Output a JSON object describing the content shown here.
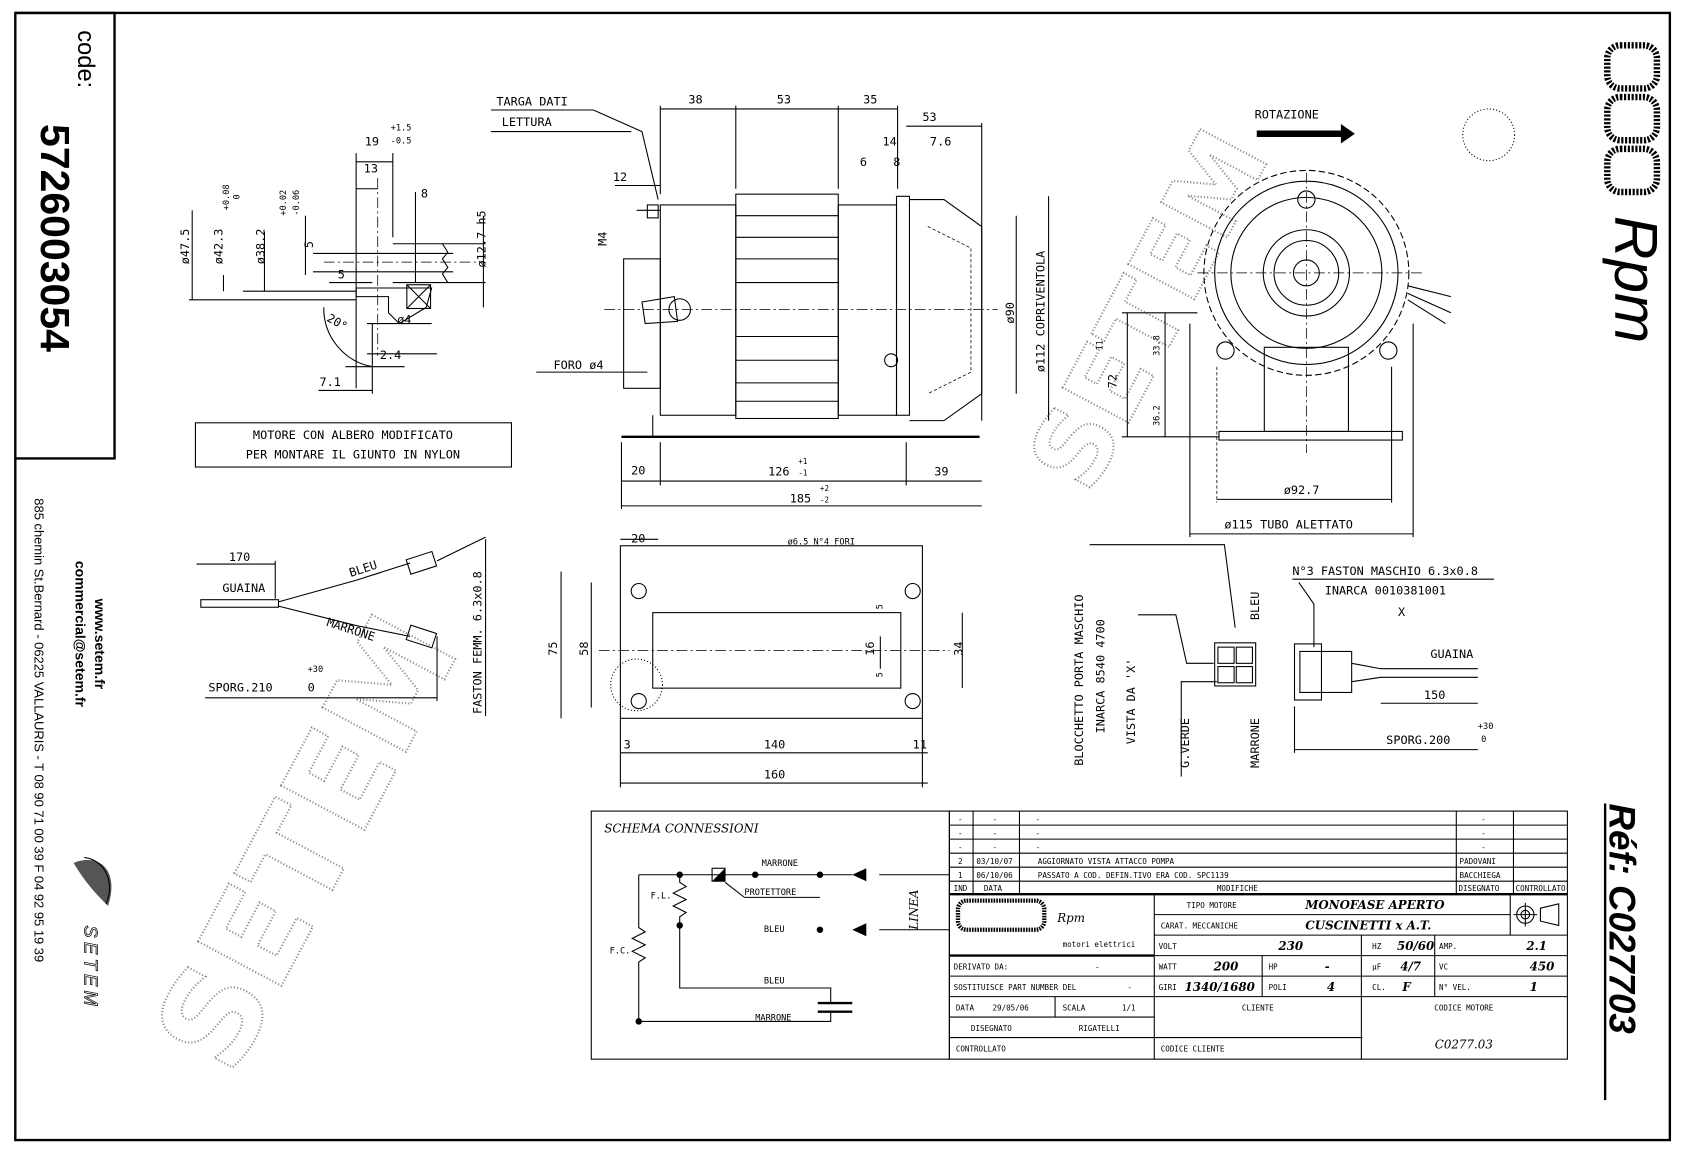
{
  "sidebar": {
    "code_label": "code:",
    "code": "5726003054",
    "website": "www.setem.fr",
    "email": "commercial@setem.fr",
    "address": "885 chemin St.Bernard  -  06225 VALLAURIS  -  T 08 90 71 00 39   F 04 92 95 19 39",
    "brand": "SETEM"
  },
  "right_panel": {
    "logo": "Rpm",
    "ref": "Réf:  C027703"
  },
  "watermark": "SETEM",
  "shaft_detail": {
    "dims": [
      "19",
      "+1.5",
      "-0.5",
      "13",
      "8",
      "ø12.7 h5",
      "5",
      "+0.02",
      "-0.06",
      "ø38.2",
      "+0.08",
      "0",
      "ø42.3",
      "ø47.5",
      "5",
      "ø4",
      "20°",
      "2.4",
      "7.1"
    ],
    "note": [
      "MOTORE CON ALBERO MODIFICATO",
      "PER MONTARE IL GIUNTO IN NYLON"
    ]
  },
  "side_view": {
    "targa": "TARGA DATI",
    "lettura": "LETTURA",
    "dims": [
      "38",
      "53",
      "35",
      "53",
      "14",
      "7.6",
      "6",
      "8",
      "12",
      "M4",
      "FORO ø4",
      "ø90",
      "ø112 COPRIVENTOLA",
      "20",
      "126",
      "+1",
      "-1",
      "39",
      "185",
      "+2",
      "-2"
    ]
  },
  "front_view": {
    "rotation": "ROTAZIONE",
    "dims": [
      "72",
      "33.8",
      "36.2",
      "11",
      "ø92.7",
      "ø115 TUBO ALETTATO"
    ]
  },
  "cable_left": {
    "labels": [
      "170",
      "GUAINA",
      "BLEU",
      "MARRONE",
      "FASTON FEMM. 6.3x0.8",
      "+30",
      "SPORG.210",
      "0"
    ]
  },
  "mounting_plate": {
    "dims": [
      "20",
      "ø6.5 N°4 FORI",
      "75",
      "58",
      "34",
      "16",
      "5",
      "5",
      "3",
      "140",
      "11",
      "160"
    ]
  },
  "connector": {
    "labels": [
      "BLOCCHETTO PORTA MASCHIO",
      "INARCA 8540 4700",
      "VISTA DA 'X'",
      "G.VERDE",
      "BLEU",
      "MARRONE",
      "N°3 FASTON MASCHIO 6.3x0.8",
      "INARCA 0010381001",
      "X",
      "GUAINA",
      "150",
      "SPORG.200",
      "+30",
      "0"
    ]
  },
  "schema": {
    "title": "SCHEMA CONNESSIONI",
    "labels": [
      "MARRONE",
      "PROTETTORE",
      "F.L.",
      "BLEU",
      "LINEA",
      "F.C.",
      "BLEU",
      "MARRONE"
    ]
  },
  "title_block": {
    "revisions": [
      {
        "ind": "-",
        "data": "-",
        "modifiche": "-",
        "disegnato": "-",
        "controllato": ""
      },
      {
        "ind": "-",
        "data": "-",
        "modifiche": "-",
        "disegnato": "-",
        "controllato": ""
      },
      {
        "ind": "-",
        "data": "-",
        "modifiche": "-",
        "disegnato": "-",
        "controllato": ""
      },
      {
        "ind": "2",
        "data": "03/10/07",
        "modifiche": "AGGIORNATO VISTA ATTACCO POMPA",
        "disegnato": "PADOVANI",
        "controllato": ""
      },
      {
        "ind": "1",
        "data": "06/10/06",
        "modifiche": "PASSATO A COD. DEFIN.TIVO ERA COD. SPC1139",
        "disegnato": "BACCHIEGA",
        "controllato": ""
      }
    ],
    "headers": {
      "ind": "IND",
      "data": "DATA",
      "modifiche": "MODIFICHE",
      "disegnato": "DISEGNATO",
      "controllato": "CONTROLLATO"
    },
    "logo": {
      "name": "Rpm",
      "tagline": "motori elettrici"
    },
    "tipo_motore_label": "TIPO MOTORE",
    "tipo_motore": "MONOFASE APERTO",
    "carat_label": "CARAT. MECCANICHE",
    "carat": "CUSCINETTI x A.T.",
    "volt_label": "VOLT",
    "volt": "230",
    "hz_label": "HZ",
    "hz": "50/60",
    "amp_label": "AMP.",
    "amp": "2.1",
    "watt_label": "WATT",
    "watt": "200",
    "hp_label": "HP",
    "hp": "-",
    "uf_label": "µF",
    "uf": "4/7",
    "vc_label": "VC",
    "vc": "450",
    "giri_label": "GIRI",
    "giri": "1340/1680",
    "poli_label": "POLI",
    "poli": "4",
    "cl_label": "CL.",
    "cl": "F",
    "nvel_label": "N° VEL.",
    "nvel": "1",
    "derivato_label": "DERIVATO DA:",
    "derivato": "-",
    "sostituisce_label": "SOSTITUISCE PART NUMBER DEL",
    "sostituisce": "-",
    "data_label": "DATA",
    "data": "29/05/06",
    "scala_label": "SCALA",
    "scala": "1/1",
    "disegnato_label": "DISEGNATO",
    "disegnato": "RIGATELLI",
    "controllato_label": "CONTROLLATO",
    "cliente_label": "CLIENTE",
    "codice_cliente_label": "CODICE CLIENTE",
    "codice_motore_label": "CODICE MOTORE",
    "codice_motore": "C0277.03"
  }
}
